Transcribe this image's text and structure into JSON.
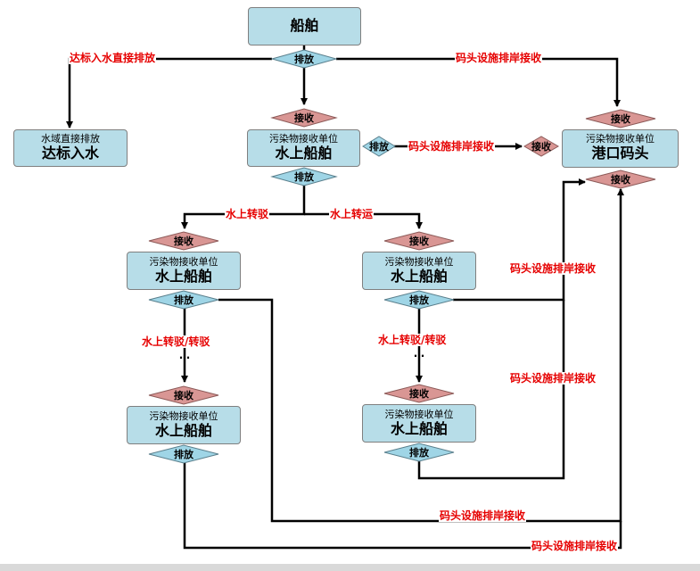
{
  "nodes": {
    "ship": "船舶",
    "receiver_sub": "污染物接收单位",
    "water_direct_sub": "水域直接排放",
    "water_direct_main": "达标入水",
    "water_ship_main": "水上船舶",
    "port_main": "港口码头"
  },
  "diamonds": {
    "discharge": "排放",
    "receive": "接收"
  },
  "labels": {
    "direct_discharge": "达标入水直接排放",
    "shore_receive": "码头设施排岸接收",
    "water_transfer": "水上转驳",
    "water_transport": "水上转运",
    "transfer_repeat": "水上转驳/转驳",
    "ellipsis": "…"
  },
  "colors": {
    "box_fill": "#b7dde8",
    "discharge_fill": "#9fd5e6",
    "receive_fill": "#d99694",
    "label_red": "#e60000"
  }
}
